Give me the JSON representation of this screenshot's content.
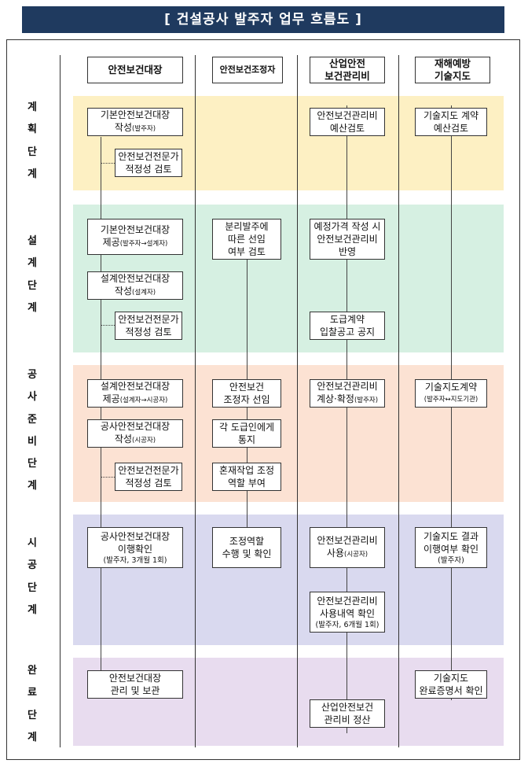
{
  "title": "[ 건설공사 발주자 업무 흐름도 ]",
  "columns": {
    "c1": "안전보건대장",
    "c2": "안전보건조정자",
    "c3_line1": "산업안전",
    "c3_line2": "보건관리비",
    "c4_line1": "재해예방",
    "c4_line2": "기술지도"
  },
  "stages": {
    "plan": [
      "계",
      "획",
      "단",
      "계"
    ],
    "design": [
      "설",
      "계",
      "단",
      "계"
    ],
    "prep": [
      "공",
      "사",
      "준",
      "비",
      "단",
      "계"
    ],
    "build": [
      "시",
      "공",
      "단",
      "계"
    ],
    "done": [
      "완",
      "료",
      "단",
      "계"
    ]
  },
  "colors": {
    "title_bg": "#1f3a5f",
    "plan": "#fdf0c3",
    "design": "#d6f0e2",
    "prep": "#fce2d3",
    "build": "#d9d9ef",
    "done": "#e8dcef"
  },
  "boxes": {
    "p1": {
      "l1": "기본안전보건대장",
      "l2": "작성",
      "l2s": "(발주자)"
    },
    "p2": {
      "l1": "안전보건전문가",
      "l2": "적정성 검토"
    },
    "p3": {
      "l1": "안전보건관리비",
      "l2": "예산검토"
    },
    "p4": {
      "l1": "기술지도 계약",
      "l2": "예산검토"
    },
    "d1": {
      "l1": "기본안전보건대장",
      "l2": "제공",
      "l2s": "(발주자→설계자)"
    },
    "d2": {
      "l1": "설계안전보건대장",
      "l2": "작성",
      "l2s": "(설계자)"
    },
    "d3": {
      "l1": "안전보건전문가",
      "l2": "적정성 검토"
    },
    "d4": {
      "l1": "분리발주에",
      "l2": "따른 선임",
      "l3": "여부 검토"
    },
    "d5": {
      "l1": "예정가격 작성 시",
      "l2": "안전보건관리비",
      "l3": "반영"
    },
    "d6": {
      "l1": "도급계약",
      "l2": "입찰공고 공지"
    },
    "r1": {
      "l1": "설계안전보건대장",
      "l2": "제공",
      "l2s": "(설계자→시공자)"
    },
    "r2": {
      "l1": "공사안전보건대장",
      "l2": "작성",
      "l2s": "(시공자)"
    },
    "r3": {
      "l1": "안전보건전문가",
      "l2": "적정성 검토"
    },
    "r4": {
      "l1": "안전보건",
      "l2": "조정자 선임"
    },
    "r5": {
      "l1": "각 도급인에게",
      "l2": "통지"
    },
    "r6": {
      "l1": "혼재작업 조정",
      "l2": "역할 부여"
    },
    "r7": {
      "l1": "안전보건관리비",
      "l2": "계상·확정",
      "l2s": "(발주자)"
    },
    "r8": {
      "l1": "기술지도계약",
      "l2s": "(발주자↔지도기관)"
    },
    "b1": {
      "l1": "공사안전보건대장",
      "l2": "이행확인",
      "l3s": "(발주자, 3개월 1회)"
    },
    "b2": {
      "l1": "조정역할",
      "l2": "수행 및 확인"
    },
    "b3": {
      "l1": "안전보건관리비",
      "l2": "사용",
      "l2s": "(시공자)"
    },
    "b4": {
      "l1": "안전보건관리비",
      "l2": "사용내역 확인",
      "l3s": "(발주자, 6개월 1회)"
    },
    "b5": {
      "l1": "기술지도 결과",
      "l2": "이행여부 확인",
      "l3s": "(발주자)"
    },
    "e1": {
      "l1": "안전보건대장",
      "l2": "관리 및 보관"
    },
    "e2": {
      "l1": "산업안전보건",
      "l2": "관리비 정산"
    },
    "e3": {
      "l1": "기술지도",
      "l2": "완료증명서 확인"
    }
  }
}
